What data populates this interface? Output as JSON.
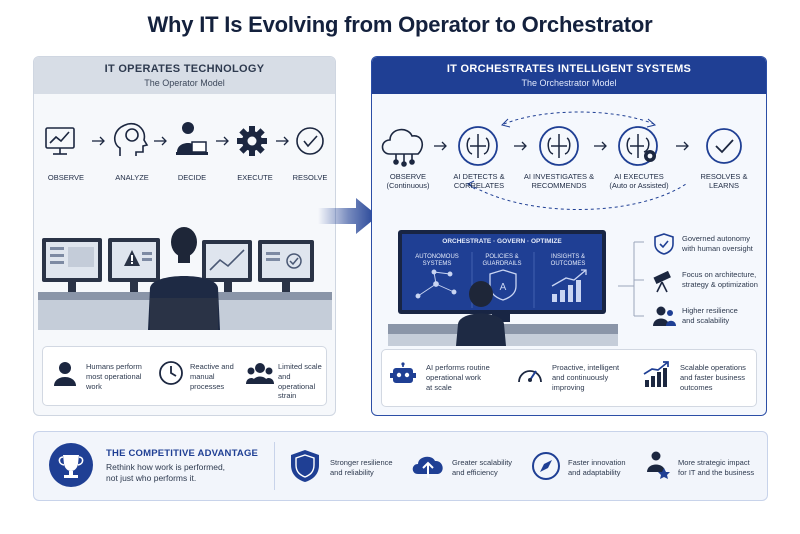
{
  "title": "Why IT Is Evolving from Operator to Orchestrator",
  "left": {
    "heading": "IT OPERATES TECHNOLOGY",
    "subheading": "The Operator Model",
    "steps": [
      "OBSERVE",
      "ANALYZE",
      "DECIDE",
      "EXECUTE",
      "RESOLVE"
    ],
    "summary": [
      {
        "icon": "person-icon",
        "text": "Humans perform most operational work"
      },
      {
        "icon": "clock-icon",
        "text": "Reactive and manual processes"
      },
      {
        "icon": "team-icon",
        "text": "Limited scale and operational strain"
      }
    ]
  },
  "right": {
    "heading": "IT ORCHESTRATES INTELLIGENT SYSTEMS",
    "subheading": "The Orchestrator Model",
    "steps": [
      {
        "label": "OBSERVE",
        "sub": "(Continuous)"
      },
      {
        "label": "AI DETECTS &",
        "sub": "CORRELATES"
      },
      {
        "label": "AI INVESTIGATES &",
        "sub": "RECOMMENDS"
      },
      {
        "label": "AI EXECUTES",
        "sub": "(Auto or Assisted)"
      },
      {
        "label": "RESOLVES &",
        "sub": "LEARNS"
      }
    ],
    "screen": {
      "header": "ORCHESTRATE · GOVERN · OPTIMIZE",
      "cols": [
        {
          "l1": "AUTONOMOUS",
          "l2": "SYSTEMS"
        },
        {
          "l1": "POLICIES &",
          "l2": "GUARDRAILS"
        },
        {
          "l1": "INSIGHTS &",
          "l2": "OUTCOMES"
        }
      ]
    },
    "annotations": [
      {
        "icon": "shield-check-icon",
        "l1": "Governed autonomy",
        "l2": "with human oversight"
      },
      {
        "icon": "telescope-icon",
        "l1": "Focus on architecture,",
        "l2": "strategy & optimization"
      },
      {
        "icon": "people-icon",
        "l1": "Higher resilience",
        "l2": "and scalability"
      }
    ],
    "summary": [
      {
        "icon": "robot-icon",
        "l1": "AI performs routine",
        "l2": "operational work",
        "l3": "at scale"
      },
      {
        "icon": "gauge-icon",
        "l1": "Proactive, intelligent",
        "l2": "and continuously",
        "l3": "improving"
      },
      {
        "icon": "growth-chart-icon",
        "l1": "Scalable operations",
        "l2": "and faster business",
        "l3": "outcomes"
      }
    ]
  },
  "advantage": {
    "title": "THE COMPETITIVE ADVANTAGE",
    "sub1": "Rethink how work is performed,",
    "sub2": "not just who performs it.",
    "items": [
      {
        "icon": "shield-icon",
        "l1": "Stronger resilience",
        "l2": "and reliability"
      },
      {
        "icon": "cloud-upload-icon",
        "l1": "Greater scalability",
        "l2": "and efficiency"
      },
      {
        "icon": "compass-icon",
        "l1": "Faster innovation",
        "l2": "and adaptability"
      },
      {
        "icon": "strategy-icon",
        "l1": "More strategic impact",
        "l2": "for IT and the business"
      }
    ]
  },
  "colors": {
    "navy": "#1f3f94",
    "grey_header": "#d7dde6",
    "text": "#1c2740"
  }
}
